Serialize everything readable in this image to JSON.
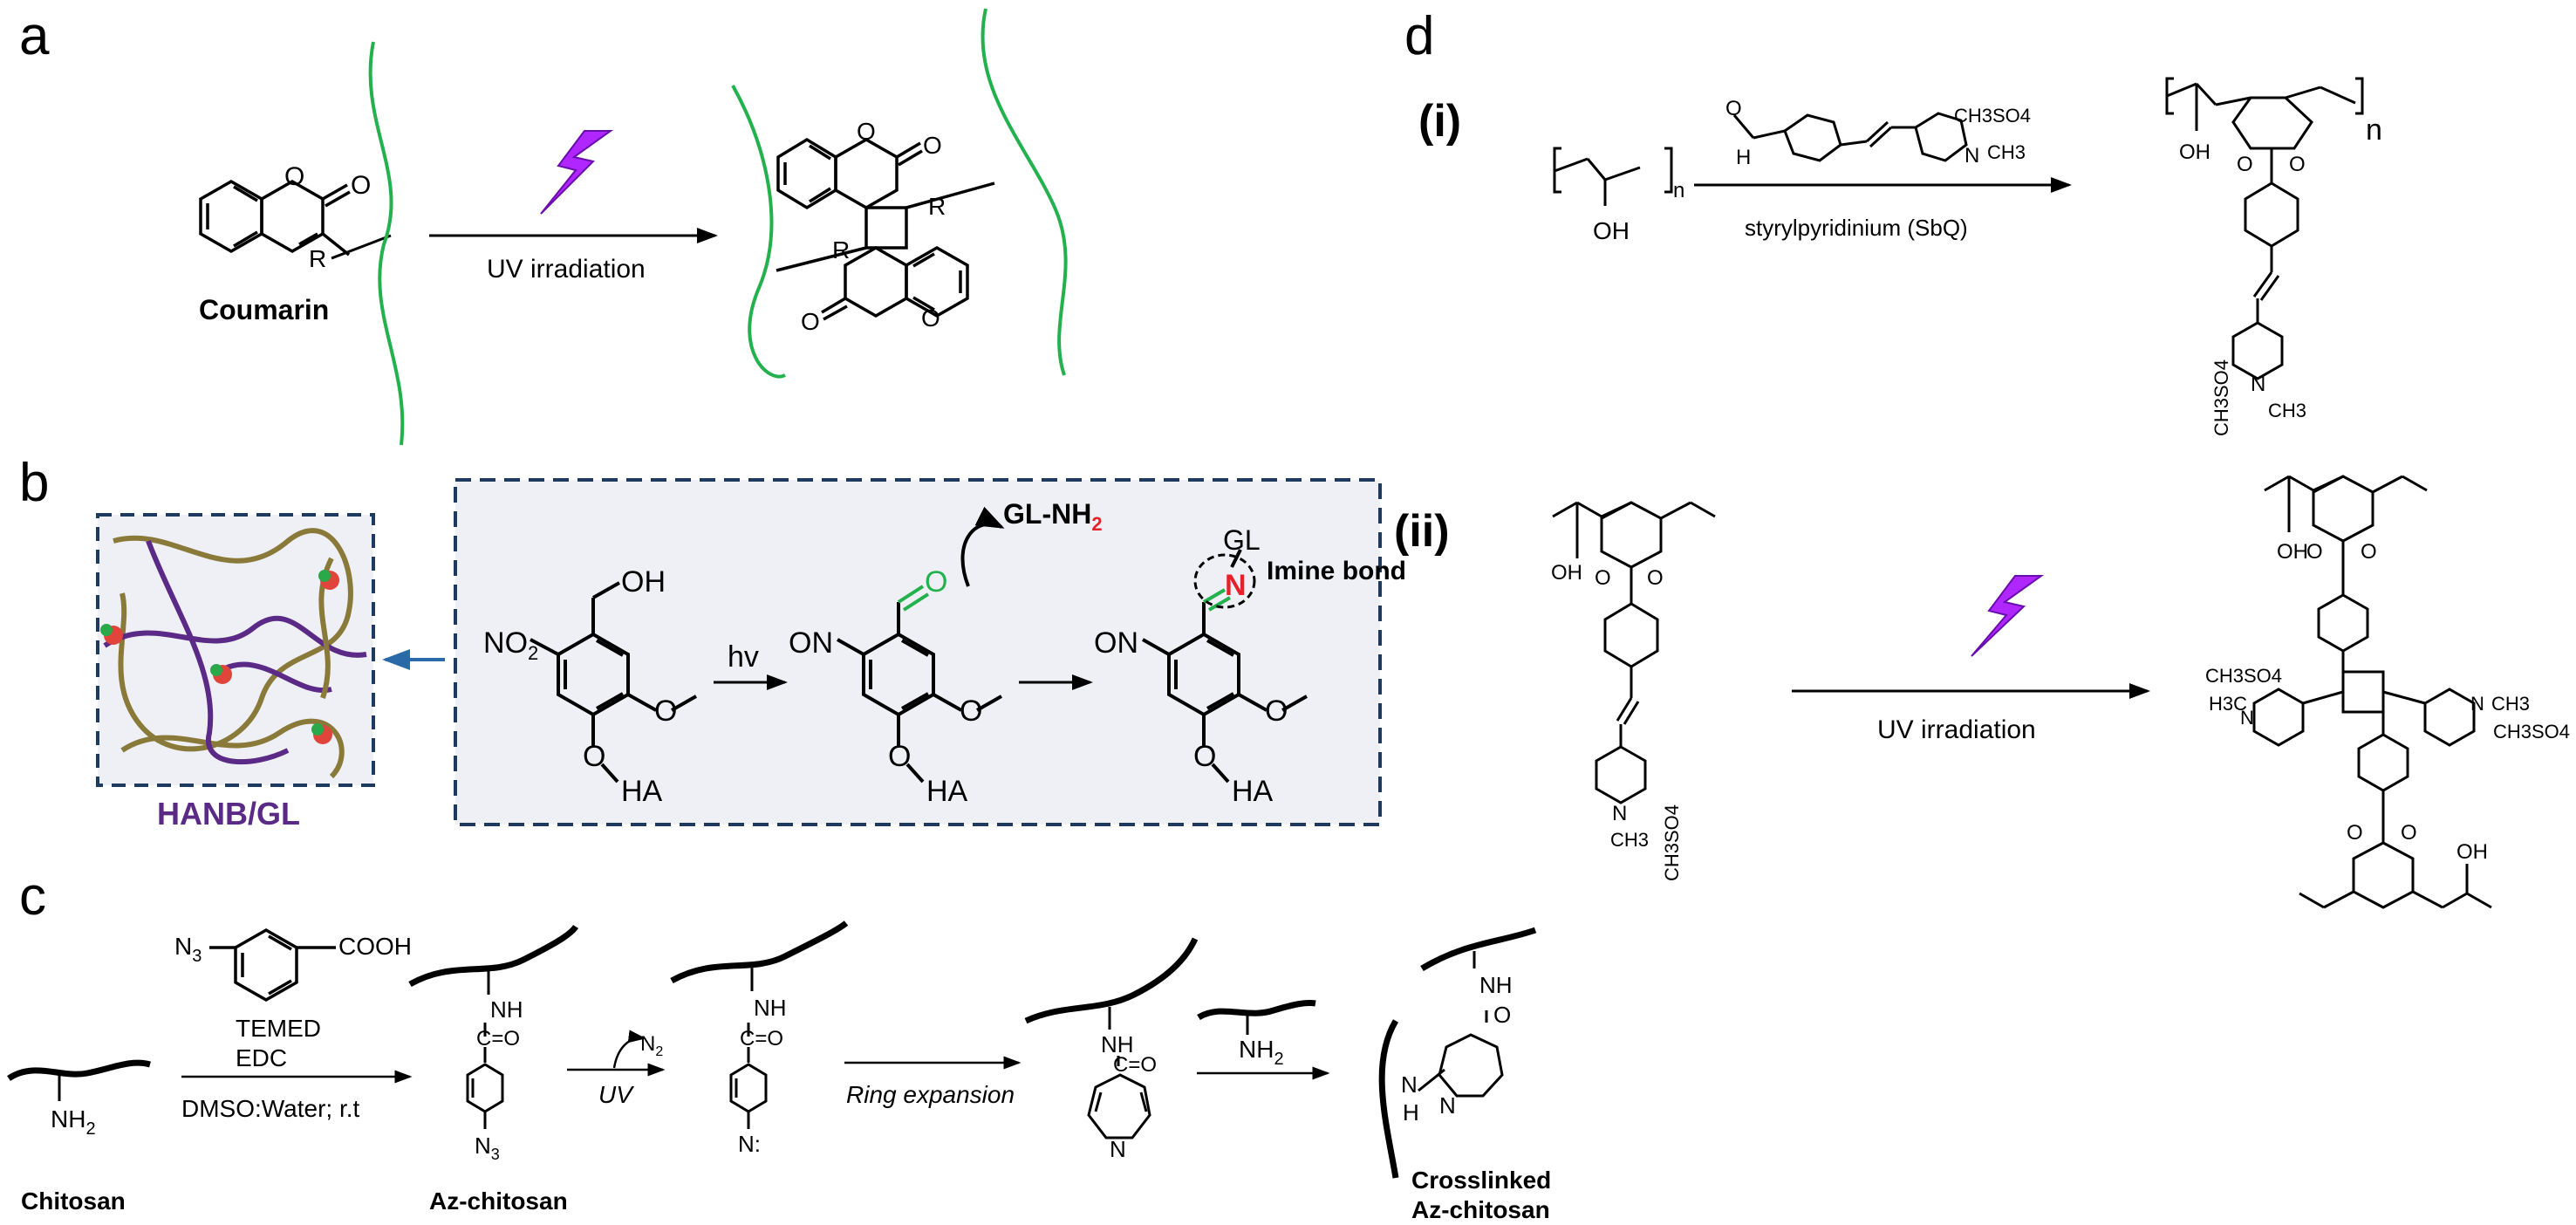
{
  "panels": {
    "a": {
      "letter": "a",
      "coumarin_label": "Coumarin",
      "arrow_label": "UV irradiation",
      "substituent": "R",
      "oxo": "O",
      "ring_o": "O"
    },
    "b": {
      "letter": "b",
      "network_label": "HANB/GL",
      "reagent_label": "GL-NH",
      "reagent_sub": "2",
      "hv_label": "hv",
      "nitro_label": "O",
      "nitro_sub": "2",
      "nitro_prefix": "N",
      "oh_label": "OH",
      "nitroso_label": "ON",
      "ha_label": "HA",
      "gl_label": "GL",
      "aldehyde_o": "O",
      "imine_n": "N",
      "imine_bond_label": "Imine bond",
      "o_label": "O"
    },
    "c": {
      "letter": "c",
      "azide_reagent": "N",
      "azide_sub": "3",
      "cooh": "COOH",
      "temed": "TEMED",
      "edc": "EDC",
      "solvent": "DMSO:Water; r.t",
      "uv_label": "UV",
      "n2_label": "N",
      "n2_sub": "2",
      "ring_expansion_label": "Ring expansion",
      "nh2": "NH",
      "nh2_sub": "2",
      "nh": "NH",
      "co": "C=O",
      "n_colon": "N:",
      "n": "N",
      "h": "H",
      "o": "O",
      "chitosan_label": "Chitosan",
      "az_chitosan_label": "Az-chitosan",
      "crosslinked_line1": "Crosslinked",
      "crosslinked_line2": "Az-chitosan"
    },
    "d": {
      "letter": "d",
      "roman_i": "(i)",
      "roman_ii": "(ii)",
      "sbq_label": "styrylpyridinium (SbQ)",
      "uv_label": "UV irradiation",
      "oh": "OH",
      "n_sub": "n",
      "ch3so4": "CH3SO4",
      "ch3": "CH3",
      "h": "H",
      "o": "O",
      "n": "N",
      "h3c": "H3C"
    }
  },
  "colors": {
    "green_chain": "#22b14c",
    "lightning": "#b026ff",
    "network_purple": "#5b2a86",
    "network_olive": "#8a7a3a",
    "dash_navy": "#1f3a5f",
    "box_fill": "#eef0f6",
    "red_node": "#e0443a",
    "green_node": "#2aa84a",
    "imine_red": "#e8202a",
    "imine_green": "#22b14c",
    "arrow_blue": "#2a6aa8"
  }
}
